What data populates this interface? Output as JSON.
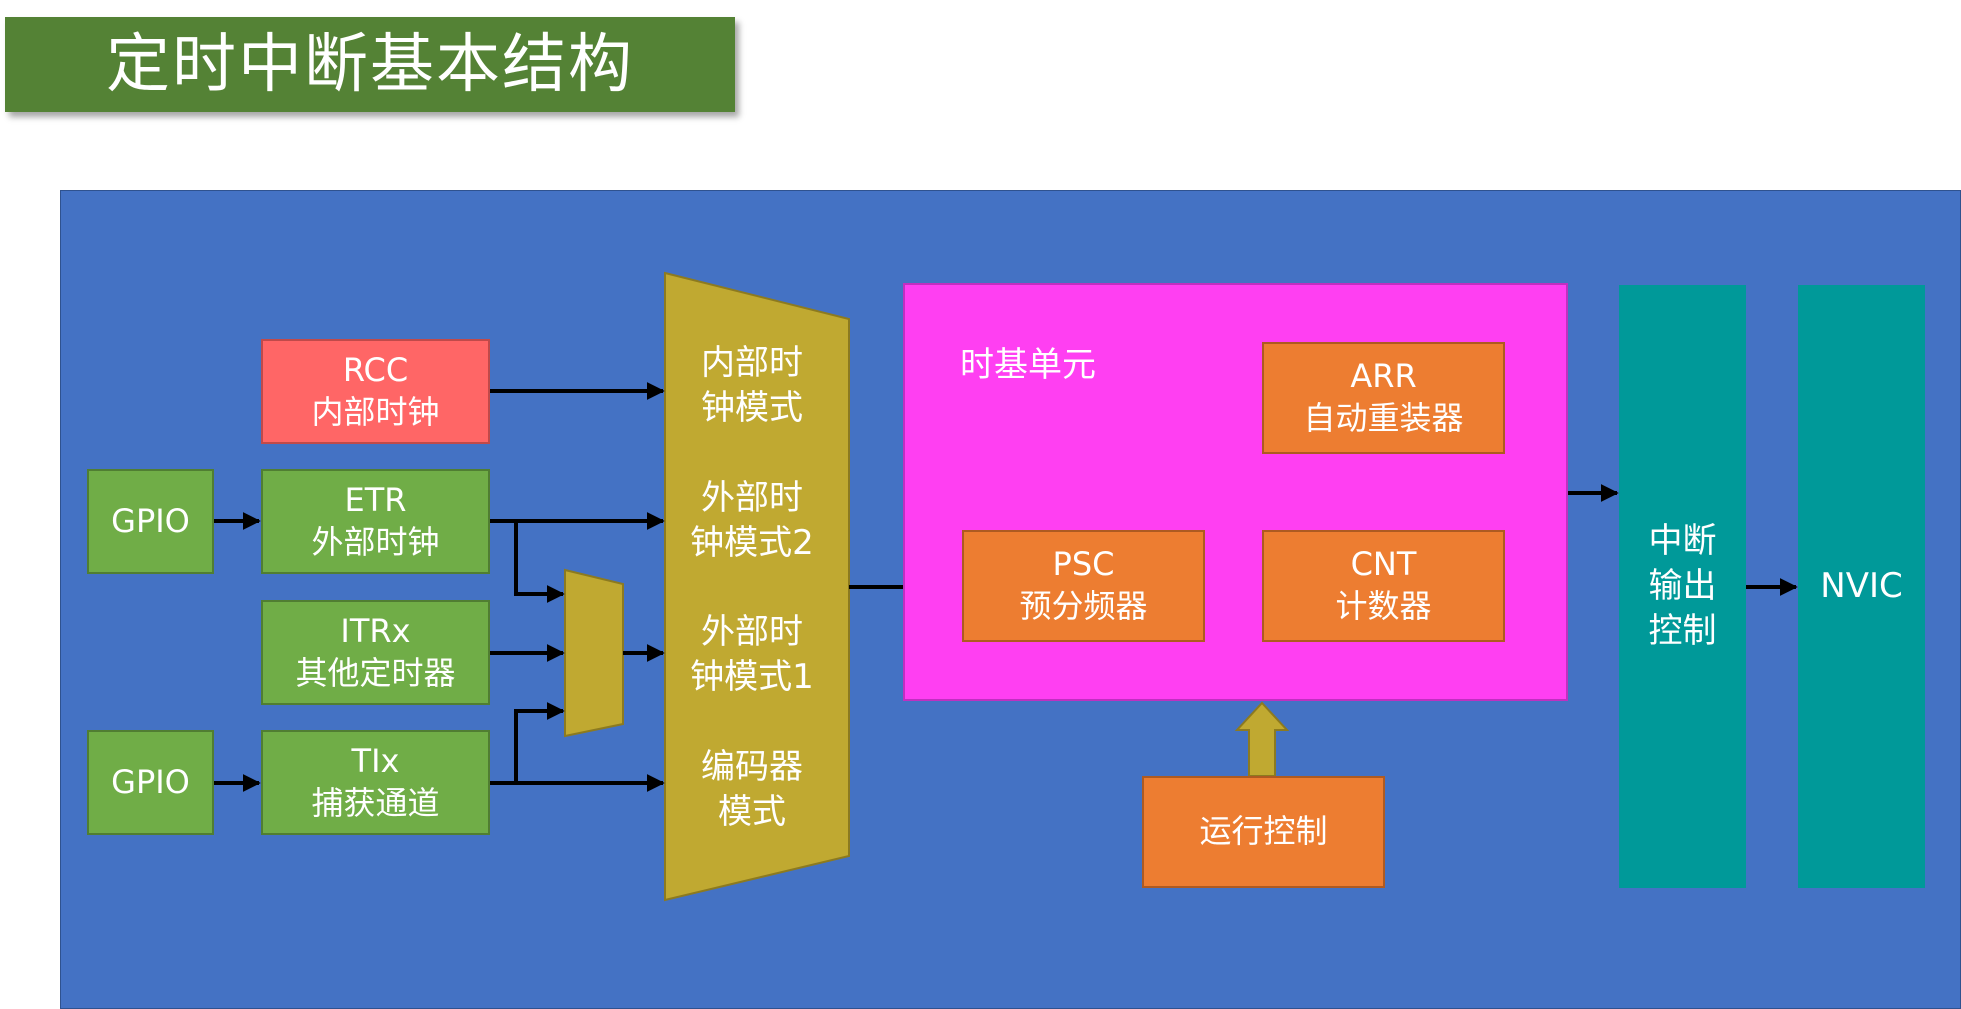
{
  "title": "定时中断基本结构",
  "sources": {
    "rcc": {
      "line1": "RCC",
      "line2": "内部时钟"
    },
    "etr": {
      "line1": "ETR",
      "line2": "外部时钟"
    },
    "itrx": {
      "line1": "ITRx",
      "line2": "其他定时器"
    },
    "tix": {
      "line1": "TIx",
      "line2": "捕获通道"
    },
    "gpio_top": "GPIO",
    "gpio_bottom": "GPIO"
  },
  "mux_modes": {
    "internal": {
      "line1": "内部时",
      "line2": "钟模式"
    },
    "external2": {
      "line1": "外部时",
      "line2": "钟模式2"
    },
    "external1": {
      "line1": "外部时",
      "line2": "钟模式1"
    },
    "encoder": {
      "line1": "编码器",
      "line2": "模式"
    }
  },
  "time_base": {
    "label": "时基单元",
    "arr": {
      "line1": "ARR",
      "line2": "自动重装器"
    },
    "psc": {
      "line1": "PSC",
      "line2": "预分频器"
    },
    "cnt": {
      "line1": "CNT",
      "line2": "计数器"
    }
  },
  "run_control": "运行控制",
  "interrupt_output": {
    "line1": "中断",
    "line2": "输出",
    "line3": "控制"
  },
  "nvic": "NVIC",
  "colors": {
    "title_bg": "#548235",
    "panel_bg": "#4472c4",
    "green_box": "#70ad47",
    "rcc_box": "#ff6666",
    "orange_box": "#ed7d31",
    "mux": "#c0a931",
    "time_base_bg": "#ff3ff2",
    "teal_box": "#009999",
    "double_arrow": "#bf9000"
  }
}
